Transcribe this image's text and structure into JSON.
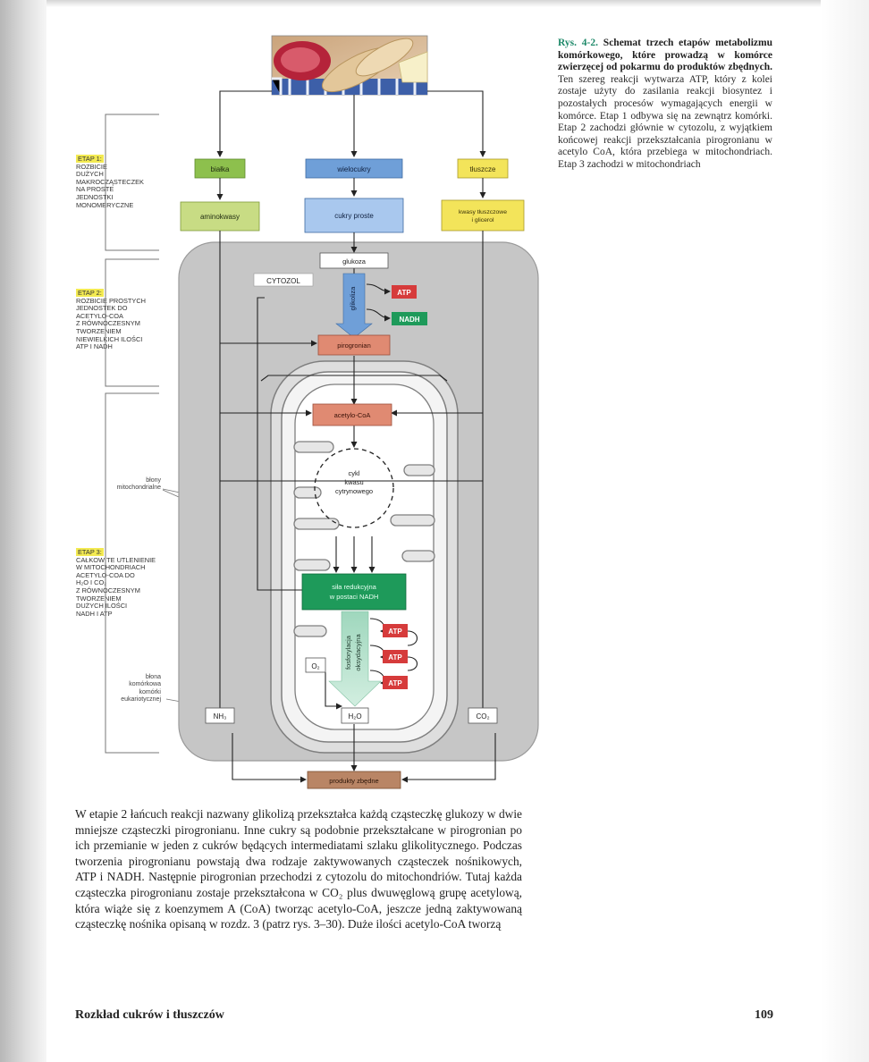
{
  "caption": {
    "number": "Rys. 4-2.",
    "title": "Schemat trzech etapów metabolizmu komórkowego, które prowadzą w komórce zwierzęcej od pokarmu do produktów zbędnych.",
    "text": "Ten szereg reakcji wytwarza ATP, który z kolei zostaje użyty do zasilania reakcji biosyntez i pozostałych procesów wymagających energii w komórce. Etap 1 odbywa się na zewnątrz komórki. Etap 2 zachodzi głównie w cytozolu, z wyjątkiem końcowej reakcji przekształcania pirogronianu w acetylo CoA, która przebiega w mitochondriach. Etap 3 zachodzi w mitochondriach"
  },
  "stages": {
    "stage1": {
      "tag": "ETAP 1:",
      "lines": [
        "ROZBICIE",
        "DUŻYCH",
        "MAKROCZĄSTECZEK",
        "NA PROSTE",
        "JEDNOSTKI",
        "MONOMERYCZNE"
      ]
    },
    "stage2": {
      "tag": "ETAP 2:",
      "lines": [
        "ROZBICIE PROSTYCH",
        "JEDNOSTEK DO",
        "ACETYLO-CoA",
        "Z RÓWNOCZESNYM",
        "TWORZENIEM",
        "NIEWIELKICH ILOŚCI",
        "ATP I NADH"
      ]
    },
    "stage3": {
      "tag": "ETAP 3:",
      "lines": [
        "CAŁKOWITE UTLENIENIE",
        "W MITOCHONDRIACH",
        "ACETYLO-CoA DO",
        "H₂O I CO₂",
        "Z RÓWNOCZESNYM",
        "TWORZENIEM",
        "DUŻYCH ILOŚCI",
        "NADH I ATP"
      ]
    }
  },
  "labels": {
    "membranes": [
      "błony",
      "mitochondrialne"
    ],
    "cell_membrane": [
      "błona",
      "komórkowa",
      "komórki",
      "eukariotycznej"
    ]
  },
  "diagram": {
    "bialka": "białka",
    "wielocukry": "wielocukry",
    "tluszcze": "tłuszcze",
    "aminokwasy": "aminokwasy",
    "cukry_proste": "cukry proste",
    "kwasy1": "kwasy tłuszczowe",
    "kwasy2": "i glicerol",
    "glukoza": "glukoza",
    "cytozol": "CYTOZOL",
    "glikoliza": "glikoliza",
    "atp": "ATP",
    "nadh": "NADH",
    "pirogronian": "pirogronian",
    "acetylo": "acetylo-CoA",
    "cykl1": "cykl",
    "cykl2": "kwasu",
    "cykl3": "cytrynowego",
    "sila1": "siła redukcyjna",
    "sila2": "w postaci NADH",
    "fosf1": "fosforylacja",
    "fosf2": "oksydacyjna",
    "o2": "O₂",
    "h2o": "H₂O",
    "nh3": "NH₃",
    "co2": "CO₂",
    "produkty": "produkty zbędne"
  },
  "body_text": "W etapie 2 łańcuch reakcji nazwany glikolizą przekształca każdą cząsteczkę glukozy w dwie mniejsze cząsteczki pirogronianu. Inne cukry są podobnie przekształcane w pirogronian po ich przemianie w jeden z cukrów będących intermediatami szlaku glikolitycznego. Podczas tworzenia pirogronianu powstają dwa rodzaje zaktywowanych cząsteczek nośnikowych, ATP i NADH. Następnie pirogronian przechodzi z cytozolu do mitochondriów. Tutaj każda cząsteczka pirogronianu zostaje przekształcona w CO₂ plus dwuwęglową grupę acetylową, która wiąże się z koenzymem A (CoA) tworząc acetylo-CoA, jeszcze jedną zaktywowaną cząsteczkę nośnika opisaną w rozdz. 3 (patrz rys. 3–30). Duże ilości acetylo-CoA tworzą",
  "footer": {
    "section": "Rozkład cukrów i tłuszczów",
    "page": "109"
  },
  "colors": {
    "protein": "#8dc04d",
    "sugar": "#6f9fd8",
    "fat": "#f3e45a",
    "atp": "#d63b3b",
    "nadh": "#1e9a5a",
    "pyruvate": "#e08a72",
    "waste": "#b98565",
    "cell": "#c6c6c6",
    "mito": "#dedede",
    "caption_number": "#1f8a6a"
  }
}
